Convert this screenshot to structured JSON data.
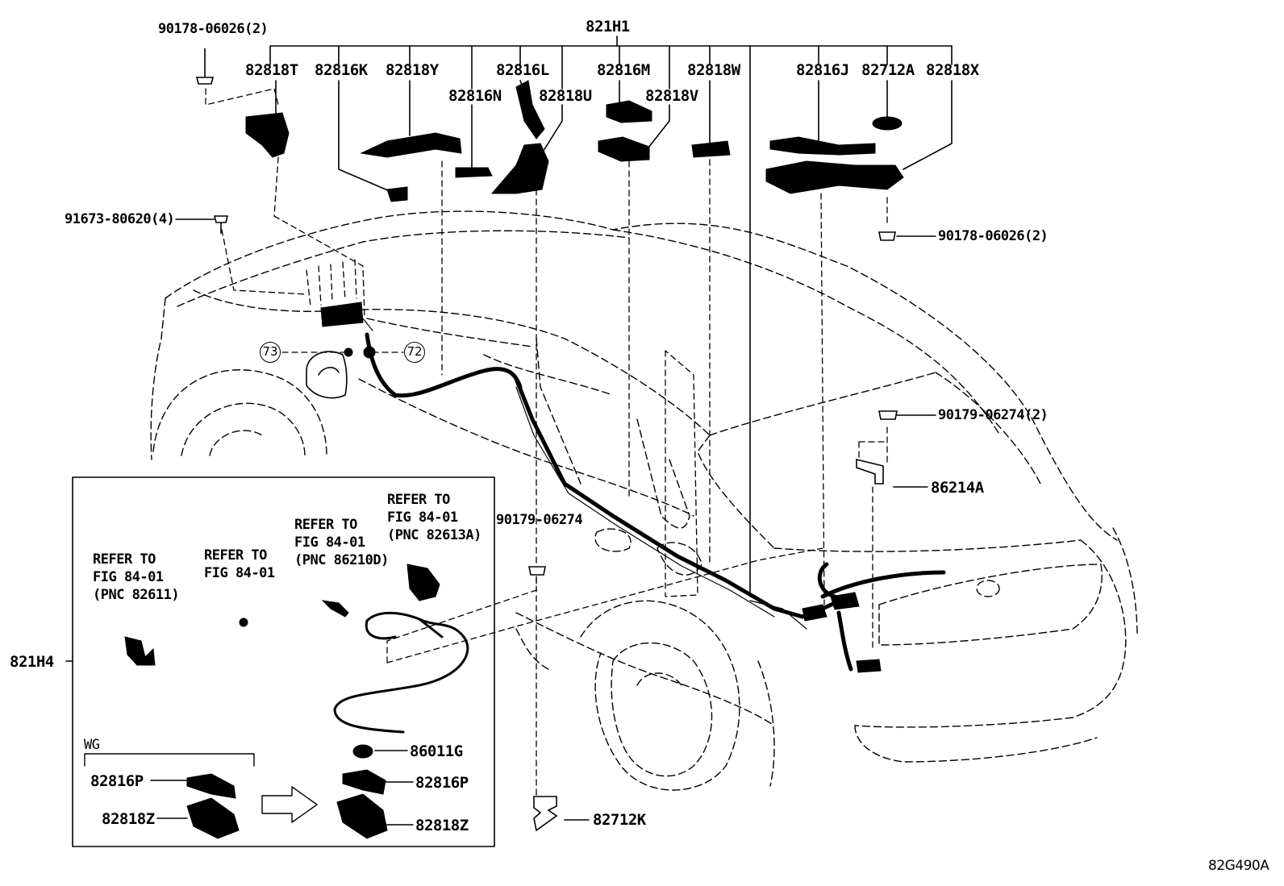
{
  "group_label": "821H1",
  "parts_top": {
    "p82818T": "82818T",
    "p82816K": "82816K",
    "p82818Y": "82818Y",
    "p82816L": "82816L",
    "p82816M": "82816M",
    "p82818W": "82818W",
    "p82816J": "82816J",
    "p82712A": "82712A",
    "p82818X": "82818X",
    "p82816N": "82816N",
    "p82818U": "82818U",
    "p82818V": "82818V"
  },
  "fasteners": {
    "clip_top_left": "90178-06026(2)",
    "bolt_left": "91673-80620(4)",
    "clip_right_upper": "90178-06026(2)",
    "clip_right_mid": "90179-06274(2)",
    "bracket_right": "86214A",
    "clip_center": "90179-06274",
    "grommet_bottom": "82712K"
  },
  "callouts": {
    "c73": "73",
    "c72": "72"
  },
  "inset": {
    "assembly_label": "821H4",
    "refer1": "REFER TO\nFIG 84-01\n(PNC 82611)",
    "refer2": "REFER TO\nFIG 84-01",
    "refer3": "REFER TO\nFIG 84-01\n(PNC 86210D)",
    "refer4": "REFER TO\nFIG 84-01\n(PNC 82613A)",
    "wg_label": "WG",
    "p82816P_left": "82816P",
    "p82818Z_left": "82818Z",
    "p86011G": "86011G",
    "p82816P_right": "82816P",
    "p82818Z_right": "82818Z"
  },
  "figure_id": "82G490A"
}
